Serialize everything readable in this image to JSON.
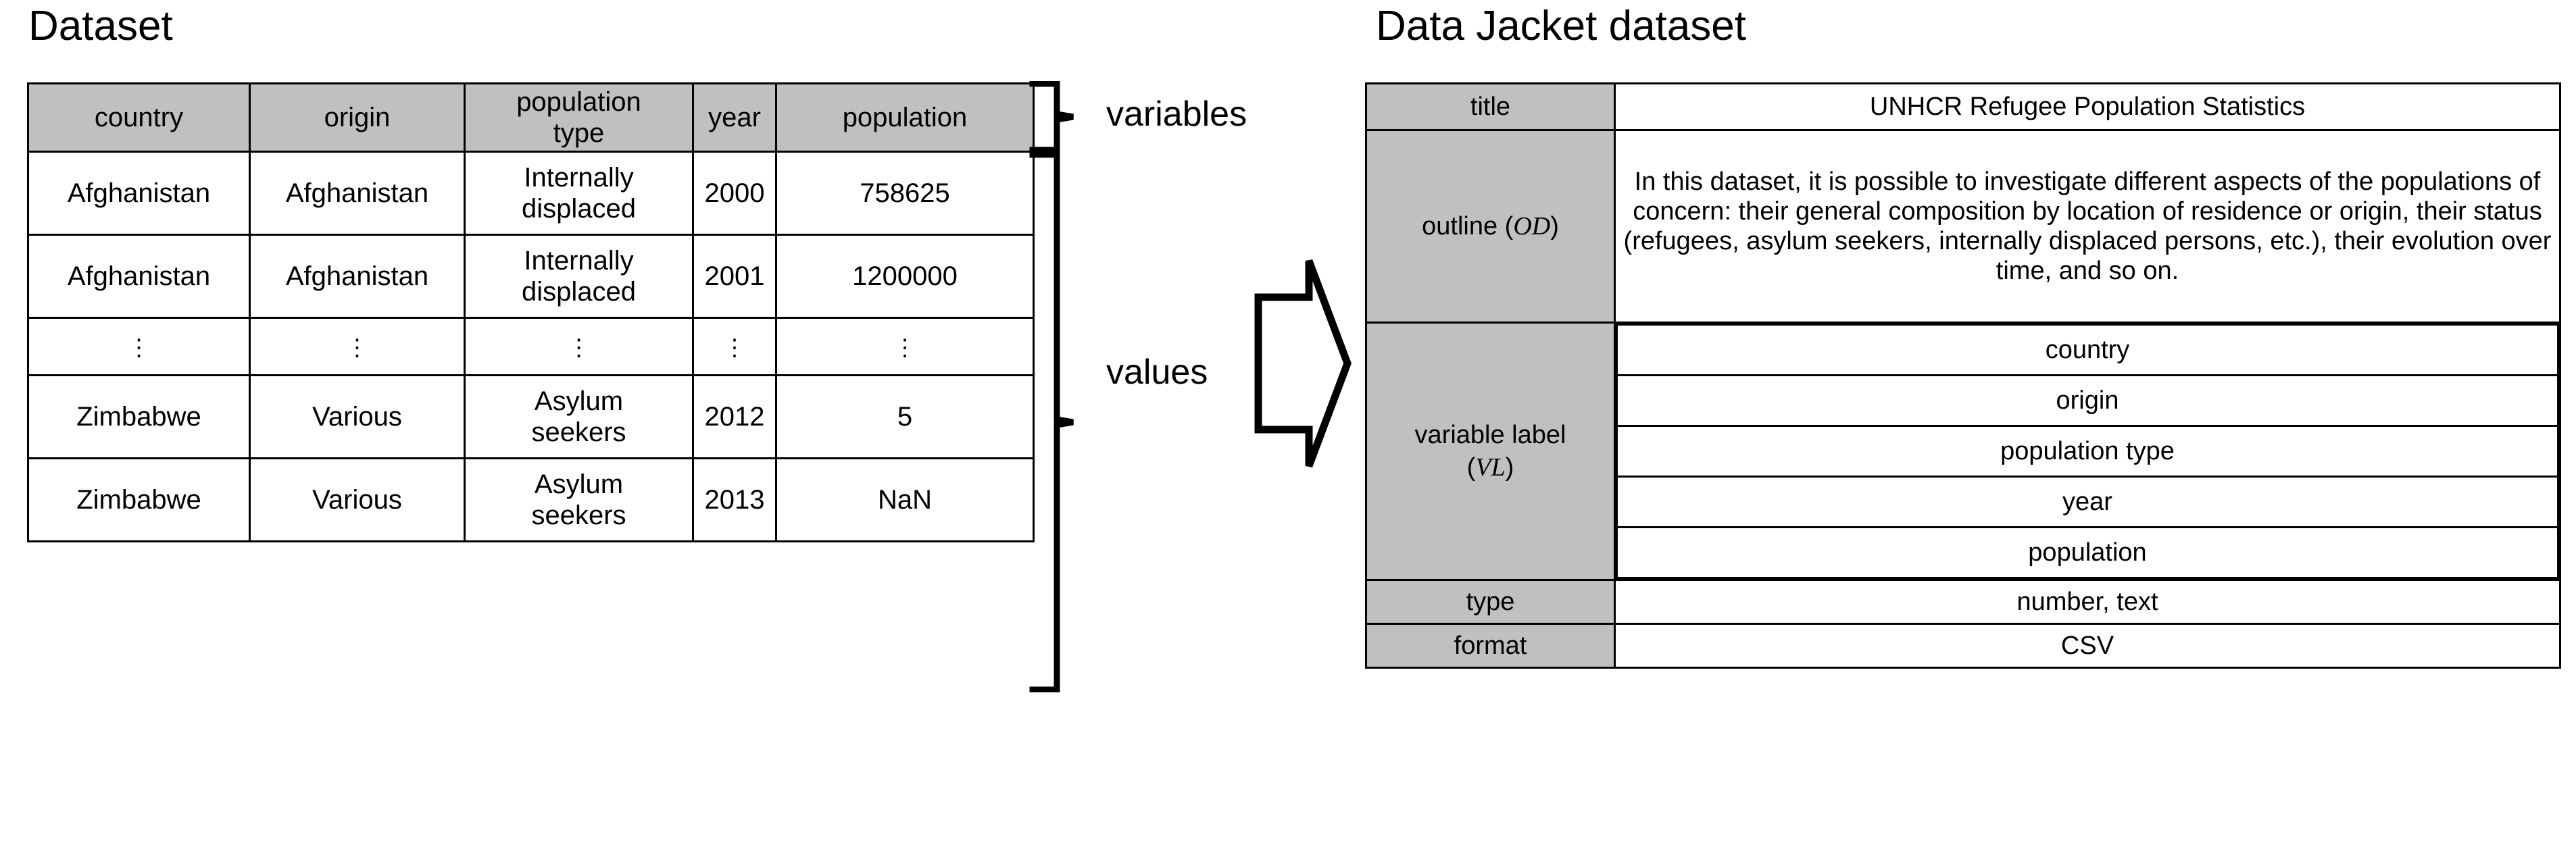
{
  "left_panel": {
    "title": "Dataset",
    "table": {
      "columns": [
        "country",
        "origin",
        "population type",
        "year",
        "population"
      ],
      "rows": [
        [
          "Afghanistan",
          "Afghanistan",
          "Internally displaced",
          "2000",
          "758625"
        ],
        [
          "Afghanistan",
          "Afghanistan",
          "Internally displaced",
          "2001",
          "1200000"
        ],
        [
          "⋮",
          "⋮",
          "⋮",
          "⋮",
          "⋮"
        ],
        [
          "Zimbabwe",
          "Various",
          "Asylum seekers",
          "2012",
          "5"
        ],
        [
          "Zimbabwe",
          "Various",
          "Asylum seekers",
          "2013",
          "NaN"
        ]
      ]
    },
    "annotations": {
      "variables_label": "variables",
      "values_label": "values"
    }
  },
  "arrow": {
    "icon": "right-block-arrow",
    "direction": "right"
  },
  "right_panel": {
    "title": "Data Jacket dataset",
    "rows": [
      {
        "label": "title",
        "label_symbol": "",
        "value": "UNHCR Refugee Population Statistics"
      },
      {
        "label": "outline",
        "label_symbol": "OD",
        "value": "In this dataset, it is possible to investigate different aspects of the populations of concern: their general composition by location of residence or origin, their status (refugees, asylum seekers, internally displaced persons, etc.), their evolution over time, and so on."
      },
      {
        "label": "variable label",
        "label_symbol": "VL",
        "values": [
          "country",
          "origin",
          "population type",
          "year",
          "population"
        ]
      },
      {
        "label": "type",
        "label_symbol": "",
        "value": "number, text"
      },
      {
        "label": "format",
        "label_symbol": "",
        "value": "CSV"
      }
    ]
  },
  "colors": {
    "header_fill": "#c0c0c0",
    "border": "#000000",
    "background": "#ffffff",
    "text": "#000000"
  }
}
